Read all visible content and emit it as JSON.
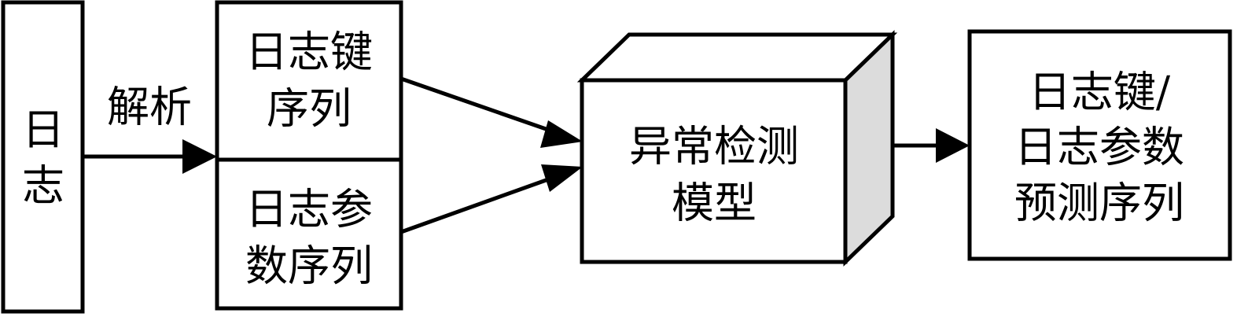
{
  "nodes": {
    "log": {
      "lines": [
        "日",
        "志"
      ]
    },
    "parse_label": "解析",
    "key_seq": {
      "lines": [
        "日志键",
        "序列"
      ]
    },
    "param_seq": {
      "lines": [
        "日志参",
        "数序列"
      ]
    },
    "model": {
      "lines": [
        "异常检测",
        "模型"
      ]
    },
    "output": {
      "lines": [
        "日志键/",
        "日志参数",
        "预测序列"
      ]
    }
  }
}
